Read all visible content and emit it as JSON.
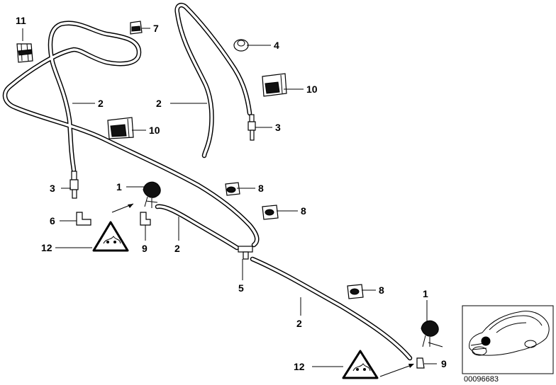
{
  "callouts": {
    "c11": "11",
    "c7": "7",
    "c4": "4",
    "c2_left": "2",
    "c2_mid": "2",
    "c10_upper": "10",
    "c10_lower": "10",
    "c3_right": "3",
    "c3_left": "3",
    "c1_left": "1",
    "c8_a": "8",
    "c8_b": "8",
    "c6": "6",
    "c12_left": "12",
    "c9_left": "9",
    "c2_lower": "2",
    "c5": "5",
    "c8_c": "8",
    "c1_right": "1",
    "c2_bottom": "2",
    "c9_right": "9",
    "c12_right": "12"
  },
  "thumbnail": {
    "code": "00096683"
  }
}
